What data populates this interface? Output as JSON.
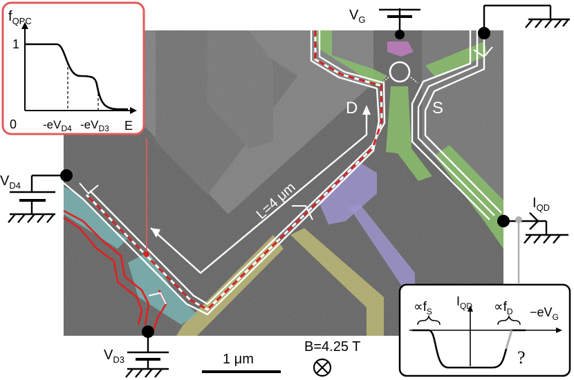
{
  "inset_top_left": {
    "y_axis_label": "f",
    "y_axis_sub": "QPC",
    "y_tick_one": "1",
    "x_origin": "0",
    "x_tick_d4_prefix": "-eV",
    "x_tick_d4_sub": "D4",
    "x_tick_d3_prefix": "-eV",
    "x_tick_d3_sub": "D3",
    "x_axis_label": "E",
    "border_color": "#e05a5a"
  },
  "inset_bottom_right": {
    "prop_s": "∝f",
    "prop_s_sub": "S",
    "y_axis_label": "I",
    "y_axis_sub": "QD",
    "prop_d": "∝f",
    "prop_d_sub": "D",
    "x_axis_label": "−eV",
    "x_axis_sub": "G",
    "question": "?"
  },
  "labels": {
    "vg": "V",
    "vg_sub": "G",
    "vd4": "V",
    "vd4_sub": "D4",
    "vd3": "V",
    "vd3_sub": "D3",
    "iqd": "I",
    "iqd_sub": "QD",
    "drain": "D",
    "source": "S",
    "length": "L=4 μm",
    "scalebar": "1 μm",
    "field": "B=4.25 T"
  },
  "colors": {
    "edge_channel": "#ffffff",
    "dashed_channel": "#d62020",
    "hot_channel": "#e02020",
    "gate_green": "#7fbf5a",
    "gate_purple": "#9a8fd6",
    "gate_yellow": "#c9c46a",
    "gate_cyan": "#6fb7b7",
    "gate_magenta": "#c070c0"
  }
}
